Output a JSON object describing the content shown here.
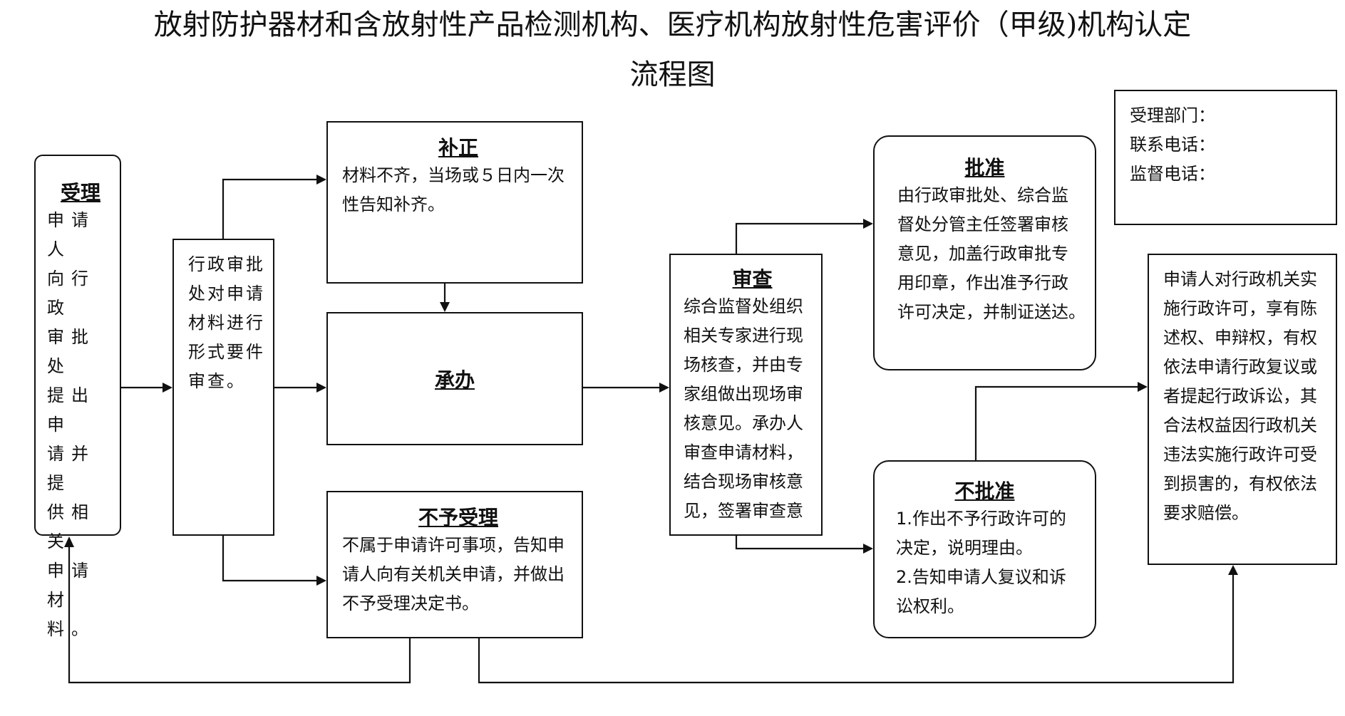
{
  "title": {
    "line1": "放射防护器材和含放射性产品检测机构、医疗机构放射性危害评价（甲级)机构认定",
    "line2": "流程图"
  },
  "contact": {
    "department": "受理部门：",
    "phone": "联系电话：",
    "supervision": "监督电话："
  },
  "nodes": {
    "accept": {
      "title": "受理",
      "lines": [
        "申请人",
        "向行政",
        "审批处",
        "提出申",
        "请并提",
        "供相关",
        "申请材",
        "料。"
      ]
    },
    "formal_review": {
      "lines": [
        "行政审批",
        "处对申请",
        "材料进行",
        "形式要件",
        "审查。"
      ]
    },
    "correction": {
      "title": "补正",
      "lines": [
        "材料不齐，当场或５日内一次",
        "性告知补齐。"
      ]
    },
    "handle": {
      "title": "承办"
    },
    "reject_accept": {
      "title": "不予受理",
      "lines": [
        "不属于申请许可事项，告知申",
        "请人向有关机关申请，并做出",
        "不予受理决定书。"
      ]
    },
    "review": {
      "title": "审查",
      "lines": [
        "综合监督处组织",
        "相关专家进行现",
        "场核查，并由专",
        "家组做出现场审",
        "核意见。承办人",
        "审查申请材料，",
        "结合现场审核意",
        "见，签署审查意"
      ]
    },
    "approve": {
      "title": "批准",
      "lines": [
        "由行政审批处、综合监",
        "督处分管主任签署审核",
        "意见，加盖行政审批专",
        "用印章，作出准予行政",
        "许可决定，并制证送达。"
      ]
    },
    "disapprove": {
      "title": "不批准",
      "lines": [
        "1.作出不予行政许可的",
        "决定，说明理由。",
        "2.告知申请人复议和诉",
        "讼权利。"
      ]
    },
    "rights": {
      "lines": [
        "申请人对行政机关实",
        "施行政许可，享有陈",
        "述权、申辩权，有权",
        "依法申请行政复议或",
        "者提起行政诉讼，其",
        "合法权益因行政机关",
        "违法实施行政许可受",
        "到损害的，有权依法",
        "要求赔偿。"
      ]
    }
  }
}
